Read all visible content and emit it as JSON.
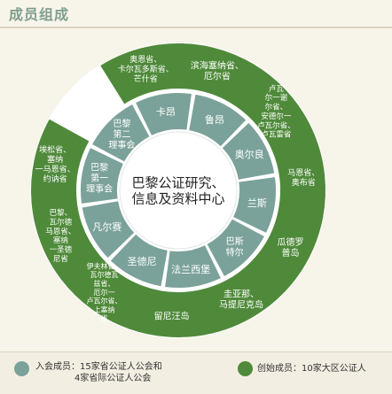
{
  "header": {
    "title": "成员组成"
  },
  "center": {
    "lines": [
      "巴黎公证研究、",
      "信息及资料中心"
    ]
  },
  "inner_ring": [
    {
      "lines": [
        "卡昂"
      ],
      "mid": -99
    },
    {
      "lines": [
        "鲁昂"
      ],
      "mid": -63
    },
    {
      "lines": [
        "奥尔良"
      ],
      "mid": -27
    },
    {
      "lines": [
        "兰斯"
      ],
      "mid": 9
    },
    {
      "lines": [
        "巴斯",
        "特尔"
      ],
      "mid": 45
    },
    {
      "lines": [
        "法兰西堡"
      ],
      "mid": 81
    },
    {
      "lines": [
        "圣德尼"
      ],
      "mid": 117
    },
    {
      "lines": [
        "凡尔赛"
      ],
      "mid": 153
    },
    {
      "lines": [
        "巴黎",
        "第一",
        "理事会"
      ],
      "mid": 189
    },
    {
      "lines": [
        "巴黎",
        "第二",
        "理事会"
      ],
      "mid": 225
    }
  ],
  "outer_ring": [
    {
      "lines": [
        "奥恩省、",
        "卡尔瓦多斯省、",
        "芒什省"
      ],
      "mid": -105,
      "fs": 9
    },
    {
      "lines": [
        "滨海塞纳省、",
        "厄尔省"
      ],
      "mid": -72,
      "fs": 10
    },
    {
      "lines": [
        "卢瓦",
        "尔一谢",
        "尔省、",
        "安德尔一",
        "卢瓦尔省、",
        "卢瓦雷省"
      ],
      "mid": -39,
      "fs": 8.5
    },
    {
      "lines": [
        "马恩省、",
        "奥布省"
      ],
      "mid": -6,
      "fs": 9
    },
    {
      "lines": [
        "瓜德罗",
        "普岛"
      ],
      "mid": 27,
      "fs": 10
    },
    {
      "lines": [
        "圭亚那、",
        "马提尼克岛"
      ],
      "mid": 60,
      "fs": 10
    },
    {
      "lines": [
        "留尼汪岛"
      ],
      "mid": 93,
      "fs": 10
    },
    {
      "lines": [
        "伊夫林省、",
        "瓦尔德瓦",
        "兹省、",
        "厄尔一",
        "卢瓦尔省、",
        "上塞纳",
        "省"
      ],
      "mid": 126,
      "fs": 8
    },
    {
      "lines": [
        "巴黎、",
        "瓦尔德",
        "马恩省、",
        "塞纳",
        "一圣德",
        "尼省"
      ],
      "mid": 159,
      "fs": 8.5
    },
    {
      "lines": [
        "埃松省、",
        "塞纳",
        "一马恩省、",
        "约讷省"
      ],
      "mid": 192,
      "fs": 9
    }
  ],
  "legend": {
    "join": {
      "label": "入会成员：",
      "lines": [
        "15家省公证人公会和",
        "4家省际公证人公会"
      ],
      "color": "#7ba29a"
    },
    "founder": {
      "label": "创始成员：",
      "lines": [
        "10家大区公证人"
      ],
      "color": "#4f8a3a"
    }
  }
}
